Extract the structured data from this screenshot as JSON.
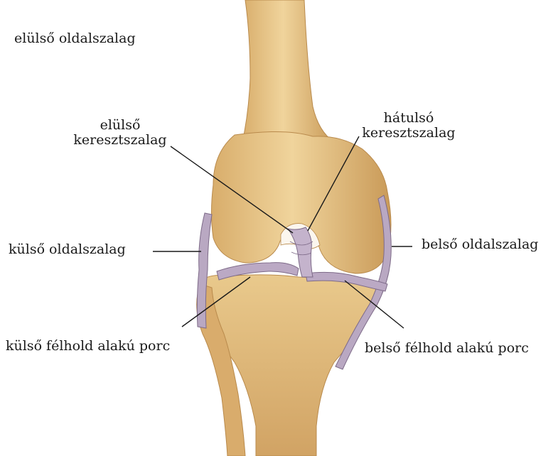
{
  "diagram": {
    "labels": {
      "top_left": "elülső oldalszalag",
      "acl_line1": "elülső",
      "acl_line2": "keresztszalag",
      "pcl_line1": "hátulsó",
      "pcl_line2": "keresztszalag",
      "lateral_collateral": "külső oldalszalag",
      "medial_collateral": "belső oldalszalag",
      "lateral_meniscus": "külső félhold alakú porc",
      "medial_meniscus": "belső félhold alakú porc"
    },
    "colors": {
      "bone": "#e6c48a",
      "bone_shadow": "#c99a58",
      "ligament": "#b9a8c2",
      "ligament_edge": "#7d6a88",
      "leader_line": "#1a1a1a"
    }
  }
}
